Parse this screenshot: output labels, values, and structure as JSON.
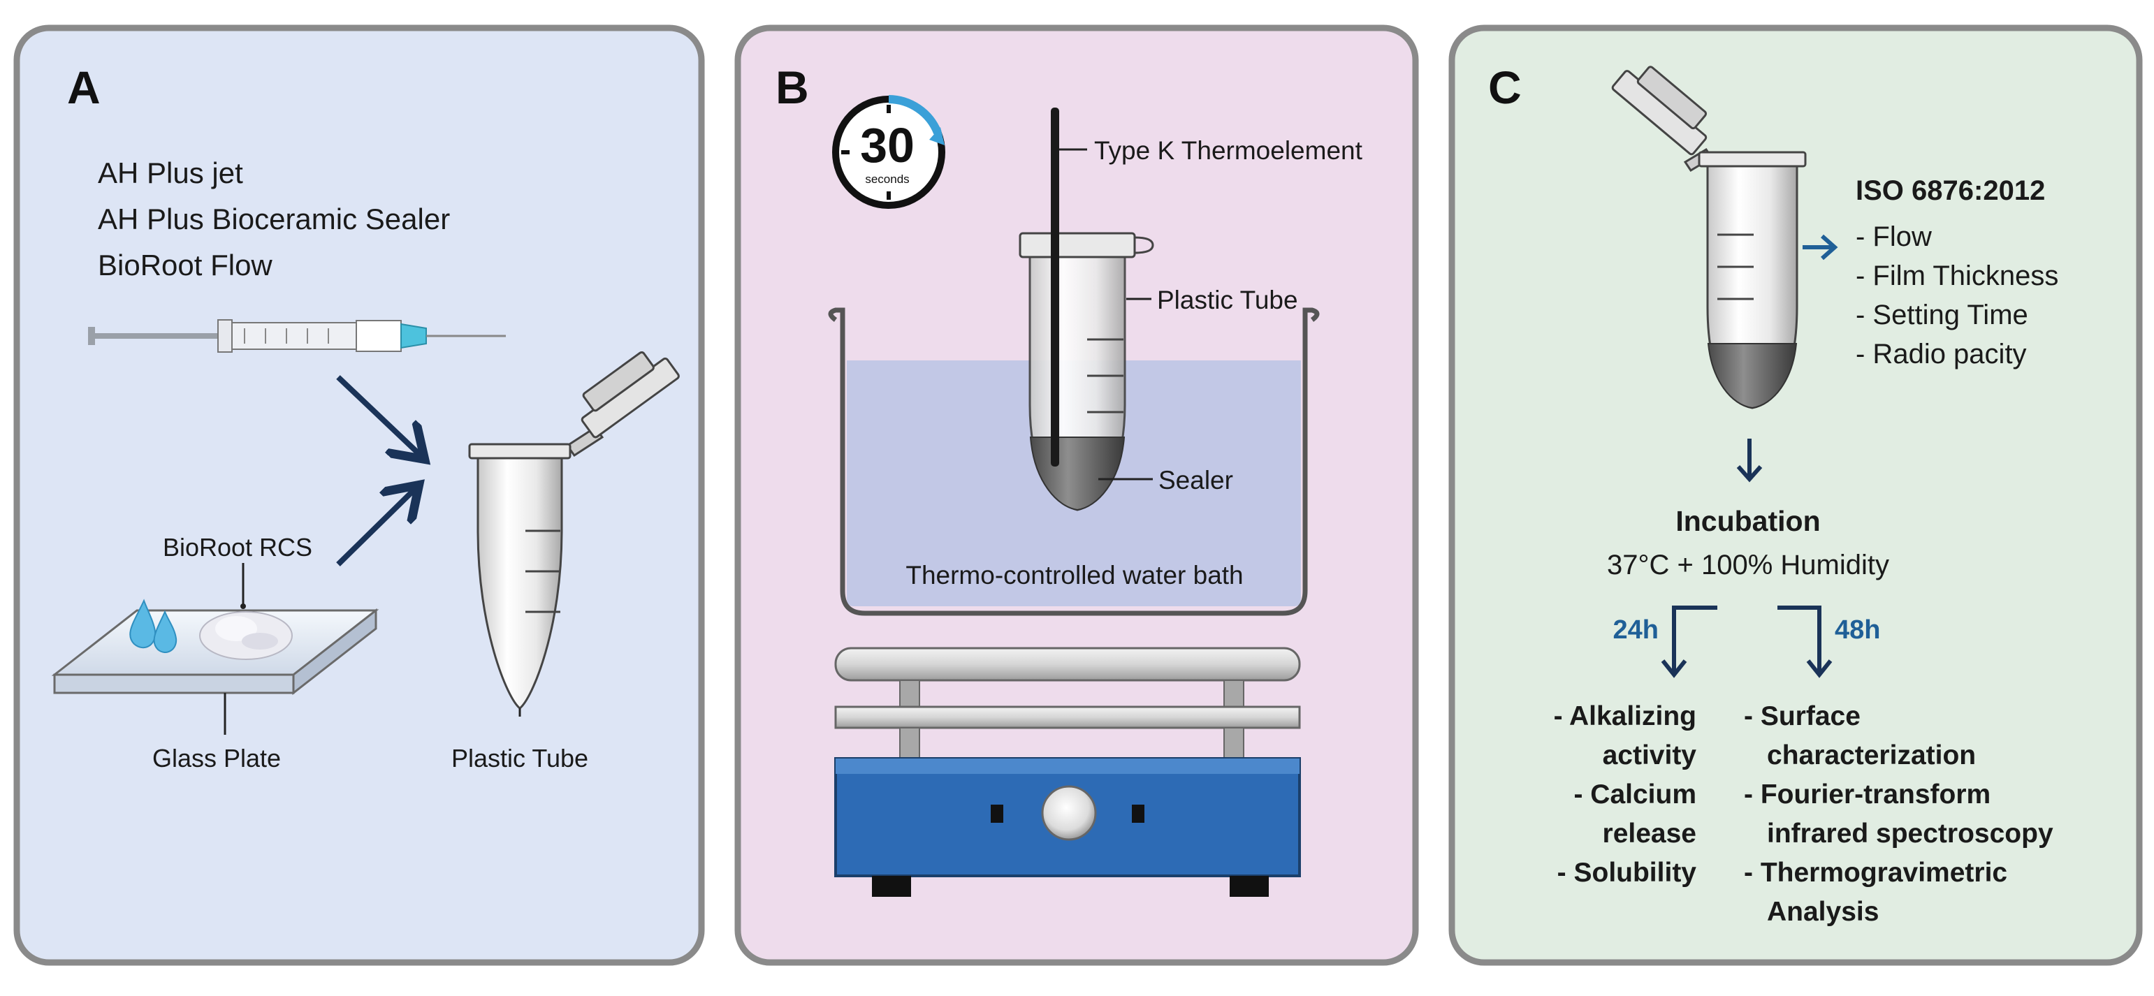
{
  "panel_a": {
    "letter": "A",
    "sealers": [
      "AH Plus jet",
      "AH Plus Bioceramic Sealer",
      "BioRoot Flow"
    ],
    "powder_label": "BioRoot RCS",
    "plate_label": "Glass Plate",
    "tube_label": "Plastic Tube"
  },
  "panel_b": {
    "letter": "B",
    "timer_value": "30",
    "timer_unit": "seconds",
    "thermo_label": "Type K Thermoelement",
    "tube_label": "Plastic Tube",
    "sealer_label": "Sealer",
    "bath_label": "Thermo-controlled water bath"
  },
  "panel_c": {
    "letter": "C",
    "iso_title": "ISO 6876:2012",
    "iso_tests": [
      "- Flow",
      "- Film Thickness",
      "- Setting Time",
      "- Radio pacity"
    ],
    "incubation_title": "Incubation",
    "incubation_conditions": "37°C + 100% Humidity",
    "label_24h": "24h",
    "label_48h": "48h",
    "list_24h": [
      "- Alkalizing",
      "activity",
      "- Calcium",
      "release",
      "- Solubility"
    ],
    "list_48h": [
      "- Surface",
      "characterization",
      "- Fourier-transform",
      "infrared spectroscopy",
      "- Thermogravimetric",
      "Analysis"
    ]
  },
  "colors": {
    "panel_a_bg": "#dde5f5",
    "panel_b_bg": "#eedcec",
    "panel_c_bg": "#e1ede2",
    "border": "#8a8a8a",
    "arrow_navy": "#1a3358",
    "accent_blue": "#1f5f97",
    "hotplate_blue": "#2d6bb5",
    "water": "#c2c8e6"
  }
}
